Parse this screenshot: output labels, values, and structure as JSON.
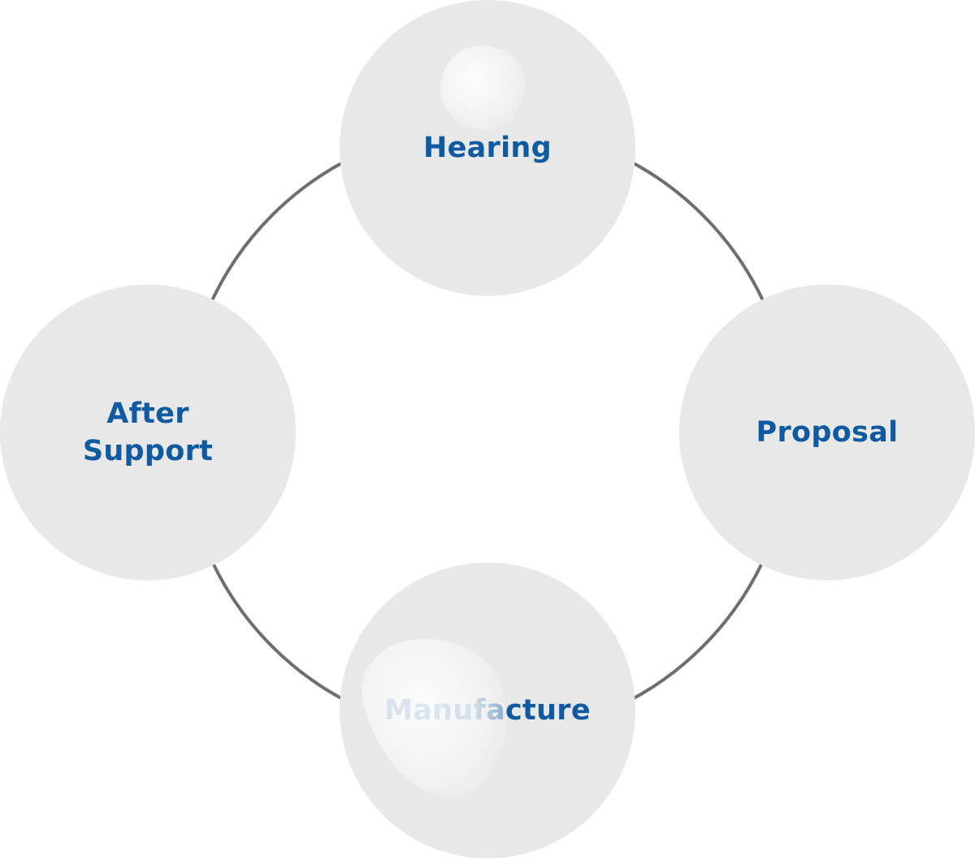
{
  "diagram": {
    "nodes": [
      {
        "id": "hearing",
        "label": "Hearing"
      },
      {
        "id": "proposal",
        "label": "Proposal"
      },
      {
        "id": "manufacture",
        "label": "Manufacture"
      },
      {
        "id": "after_support",
        "label": "After\nSupport"
      }
    ],
    "colors": {
      "node_fill": "#e8e8e8",
      "label_text": "#0f5aa0",
      "connector_stroke": "#6e6e6e",
      "background": "#ffffff"
    }
  }
}
